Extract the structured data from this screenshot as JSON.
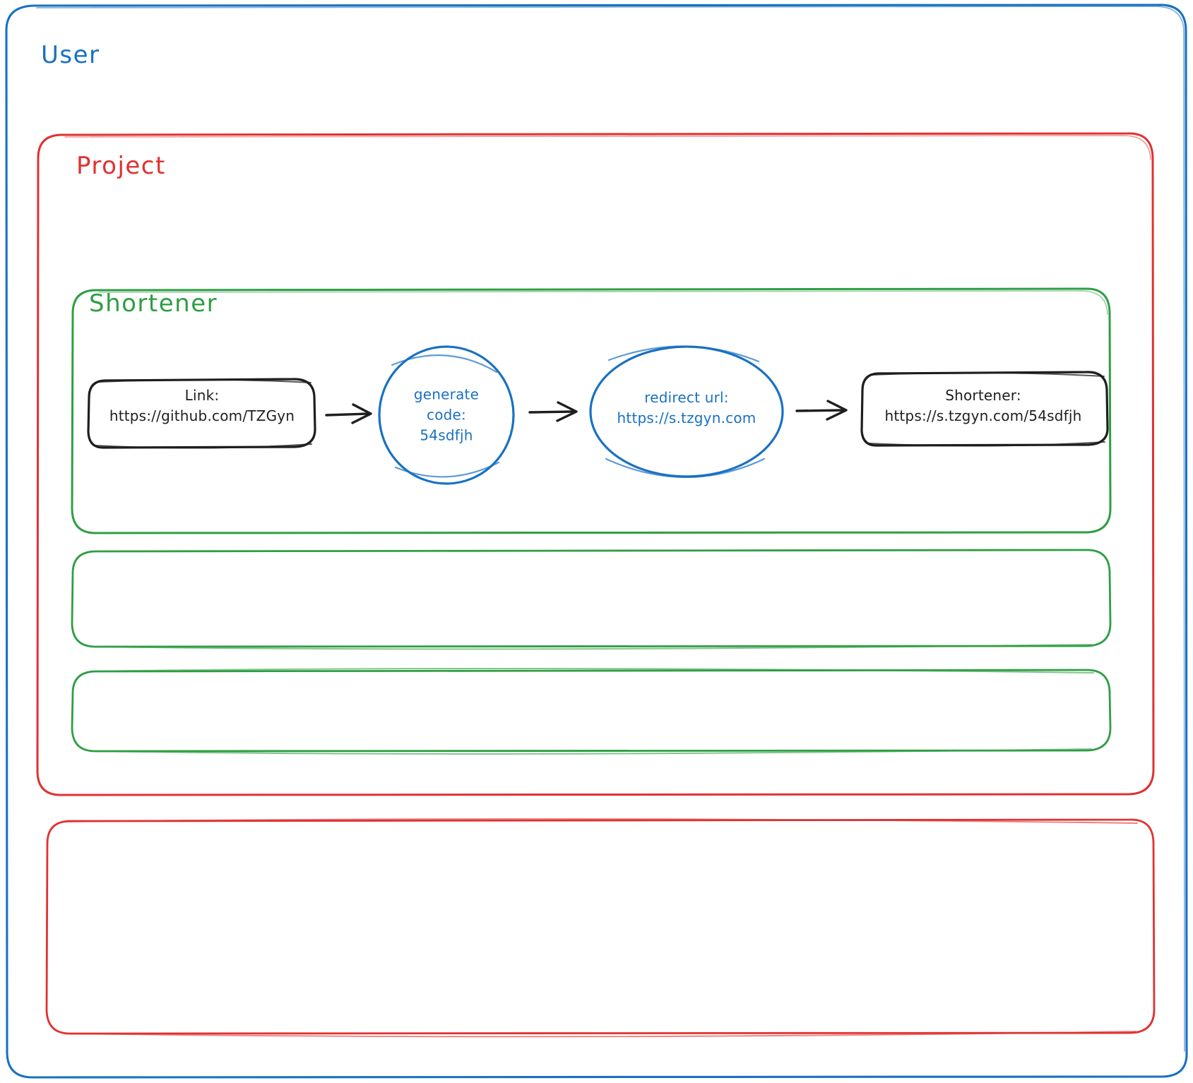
{
  "diagram": {
    "style": "hand-drawn architecture diagram",
    "background": "#ffffff",
    "colors": {
      "user_border": "#1971c2",
      "project_border": "#e03131",
      "service_border": "#2f9e44",
      "node_stroke_dark": "#1e1e1e",
      "node_stroke_blue": "#1971c2",
      "arrow": "#1e1e1e"
    },
    "groups": {
      "user": {
        "label": "User",
        "color": "#1971c2"
      },
      "project": {
        "label": "Project",
        "color": "#e03131"
      },
      "shortener": {
        "label": "Shortener",
        "color": "#2f9e44"
      },
      "empty_service_1": {
        "label": "",
        "color": "#2f9e44"
      },
      "empty_service_2": {
        "label": "",
        "color": "#2f9e44"
      },
      "empty_project_2": {
        "label": "",
        "color": "#e03131"
      }
    },
    "nodes": [
      {
        "id": "link",
        "shape": "rounded-rectangle",
        "stroke": "#1e1e1e",
        "line1": "Link:",
        "line2": "https://github.com/TZGyn"
      },
      {
        "id": "generate-code",
        "shape": "ellipse",
        "stroke": "#1971c2",
        "line1": "generate",
        "line2": "code:",
        "line3": "54sdfjh"
      },
      {
        "id": "redirect-url",
        "shape": "ellipse",
        "stroke": "#1971c2",
        "line1": "redirect url:",
        "line2": "https://s.tzgyn.com"
      },
      {
        "id": "shortener-result",
        "shape": "rounded-rectangle",
        "stroke": "#1e1e1e",
        "line1": "Shortener:",
        "line2": "https://s.tzgyn.com/54sdfjh"
      }
    ],
    "arrows": [
      {
        "from": "link",
        "to": "generate-code",
        "label": ""
      },
      {
        "from": "generate-code",
        "to": "redirect-url",
        "label": ""
      },
      {
        "from": "redirect-url",
        "to": "shortener-result",
        "label": ""
      }
    ]
  }
}
